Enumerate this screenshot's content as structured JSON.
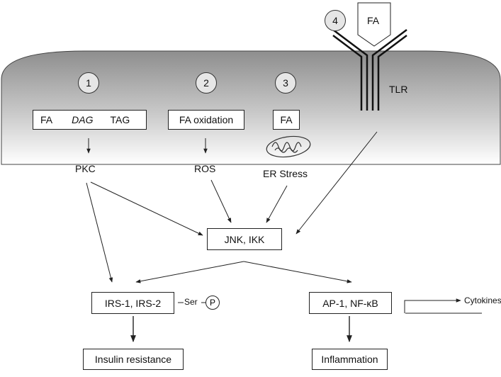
{
  "steps": [
    "1",
    "2",
    "3",
    "4"
  ],
  "receptor": {
    "ligand": "FA",
    "label": "TLR"
  },
  "pathway1": {
    "box_fa": "FA",
    "box_dag": "DAG",
    "box_tag": "TAG",
    "output": "PKC"
  },
  "pathway2": {
    "box": "FA oxidation",
    "output": "ROS"
  },
  "pathway3": {
    "box": "FA",
    "output": "ER Stress"
  },
  "kinases": "JNK, IKK",
  "irs": {
    "box": "IRS-1, IRS-2",
    "ser": "Ser",
    "phospho": "P"
  },
  "transcription": {
    "box": "AP-1, NF-κB",
    "cytokines": "Cytokines"
  },
  "outcomes": {
    "insulin": "Insulin resistance",
    "inflammation": "Inflammation"
  },
  "colors": {
    "cell_gradient_top": "#8e8e8e",
    "cell_gradient_bottom": "#ffffff",
    "line": "#222222"
  }
}
